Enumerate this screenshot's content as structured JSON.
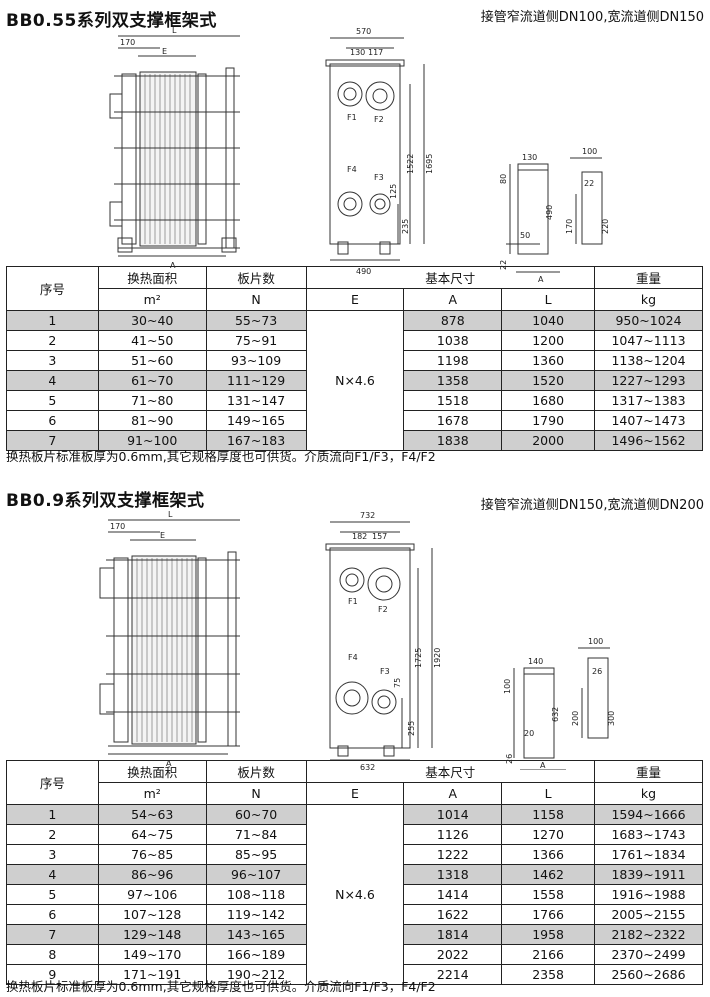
{
  "sections": [
    {
      "title": "BB0.55系列双支撑框架式",
      "connection": "接管窄流道侧DN100,宽流道侧DN150",
      "drawing_labels": {
        "d170": "170",
        "dE": "E",
        "dL": "L",
        "dA": "A",
        "d570": "570",
        "d130": "130",
        "d117": "117",
        "F1": "F1",
        "F2": "F2",
        "F3": "F3",
        "F4": "F4",
        "d1522": "1522",
        "d1695": "1695",
        "d125": "125",
        "d235": "235",
        "d490b": "490",
        "s130": "130",
        "s80": "80",
        "s490": "490",
        "s50": "50",
        "s22": "22",
        "sA": "A",
        "s100": "100",
        "s22b": "22",
        "s170": "170",
        "s220": "220"
      },
      "table": {
        "headers": {
          "seq": "序号",
          "area": "换热面积",
          "area_unit": "m²",
          "plates": "板片数",
          "plates_unit": "N",
          "dims": "基本尺寸",
          "E": "E",
          "A": "A",
          "L": "L",
          "weight": "重量",
          "weight_unit": "kg"
        },
        "e_value": "N×4.6",
        "rows": [
          [
            "1",
            "30~40",
            "55~73",
            "878",
            "1040",
            "950~1024"
          ],
          [
            "2",
            "41~50",
            "75~91",
            "1038",
            "1200",
            "1047~1113"
          ],
          [
            "3",
            "51~60",
            "93~109",
            "1198",
            "1360",
            "1138~1204"
          ],
          [
            "4",
            "61~70",
            "111~129",
            "1358",
            "1520",
            "1227~1293"
          ],
          [
            "5",
            "71~80",
            "131~147",
            "1518",
            "1680",
            "1317~1383"
          ],
          [
            "6",
            "81~90",
            "149~165",
            "1678",
            "1790",
            "1407~1473"
          ],
          [
            "7",
            "91~100",
            "167~183",
            "1838",
            "2000",
            "1496~1562"
          ]
        ]
      },
      "note": "换热板片标准板厚为0.6mm,其它规格厚度也可供货。介质流向F1/F3，F4/F2"
    },
    {
      "title": "BB0.9系列双支撑框架式",
      "connection": "接管窄流道侧DN150,宽流道侧DN200",
      "drawing_labels": {
        "d170": "170",
        "dE": "E",
        "dL": "L",
        "dA": "A",
        "d570": "732",
        "d130": "182",
        "d117": "157",
        "F1": "F1",
        "F2": "F2",
        "F3": "F3",
        "F4": "F4",
        "d1522": "1725",
        "d1695": "1920",
        "d125": "75",
        "d235": "255",
        "d490b": "632",
        "s130": "140",
        "s80": "100",
        "s490": "632",
        "s50": "20",
        "s22": "26",
        "sA": "A",
        "s100": "100",
        "s22b": "26",
        "s170": "200",
        "s220": "300"
      },
      "table": {
        "headers": {
          "seq": "序号",
          "area": "换热面积",
          "area_unit": "m²",
          "plates": "板片数",
          "plates_unit": "N",
          "dims": "基本尺寸",
          "E": "E",
          "A": "A",
          "L": "L",
          "weight": "重量",
          "weight_unit": "kg"
        },
        "e_value": "N×4.6",
        "rows": [
          [
            "1",
            "54~63",
            "60~70",
            "1014",
            "1158",
            "1594~1666"
          ],
          [
            "2",
            "64~75",
            "71~84",
            "1126",
            "1270",
            "1683~1743"
          ],
          [
            "3",
            "76~85",
            "85~95",
            "1222",
            "1366",
            "1761~1834"
          ],
          [
            "4",
            "86~96",
            "96~107",
            "1318",
            "1462",
            "1839~1911"
          ],
          [
            "5",
            "97~106",
            "108~118",
            "1414",
            "1558",
            "1916~1988"
          ],
          [
            "6",
            "107~128",
            "119~142",
            "1622",
            "1766",
            "2005~2155"
          ],
          [
            "7",
            "129~148",
            "143~165",
            "1814",
            "1958",
            "2182~2322"
          ],
          [
            "8",
            "149~170",
            "166~189",
            "2022",
            "2166",
            "2370~2499"
          ],
          [
            "9",
            "171~191",
            "190~212",
            "2214",
            "2358",
            "2560~2686"
          ]
        ]
      },
      "note": "换热板片标准板厚为0.6mm,其它规格厚度也可供货。介质流向F1/F3，F4/F2"
    }
  ]
}
